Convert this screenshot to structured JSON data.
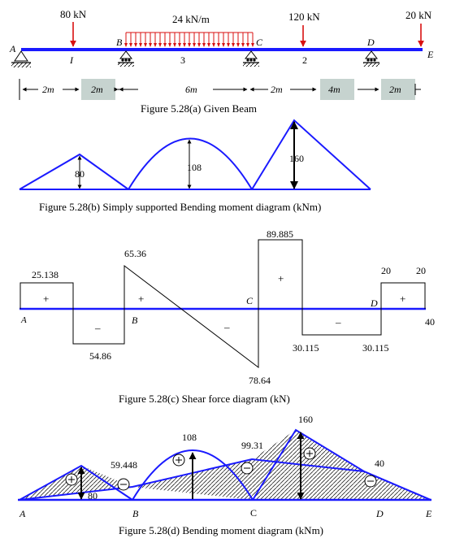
{
  "fig_a": {
    "caption": "Figure 5.28(a) Given Beam",
    "loads": {
      "p1": "80 kN",
      "udl": "24 kN/m",
      "p2": "120 kN",
      "p3": "20 kN"
    },
    "points": {
      "A": "A",
      "B": "B",
      "C": "C",
      "D": "D",
      "E": "E"
    },
    "spans": {
      "s1": "I",
      "s3": "3",
      "s2": "2"
    },
    "dims": [
      "2m",
      "2m",
      "6m",
      "2m",
      "4m",
      "2m"
    ]
  },
  "fig_b": {
    "caption": "Figure 5.28(b) Simply supported Bending moment diagram (kNm)",
    "v1": "80",
    "v2": "108",
    "v3": "160"
  },
  "fig_c": {
    "caption": "Figure 5.28(c) Shear force diagram (kN)",
    "values": {
      "v25": "25.138",
      "v54": "54.86",
      "v65": "65.36",
      "v78": "78.64",
      "v89": "89.885",
      "v30a": "30.115",
      "v30b": "30.115",
      "v20a": "20",
      "v20b": "20",
      "v40": "40"
    },
    "signs": [
      "+",
      "–",
      "+",
      "–",
      "+",
      "–",
      "+"
    ],
    "points": {
      "A": "A",
      "B": "B",
      "C": "C",
      "D": "D"
    }
  },
  "fig_d": {
    "caption": "Figure 5.28(d) Bending moment diagram (kNm)",
    "values": {
      "v160": "160",
      "v108": "108",
      "v99": "99.31",
      "v59": "59.448",
      "v40": "40",
      "v80": "80"
    },
    "points": {
      "A": "A",
      "B": "B",
      "C": "C",
      "D": "D",
      "E": "E"
    }
  }
}
